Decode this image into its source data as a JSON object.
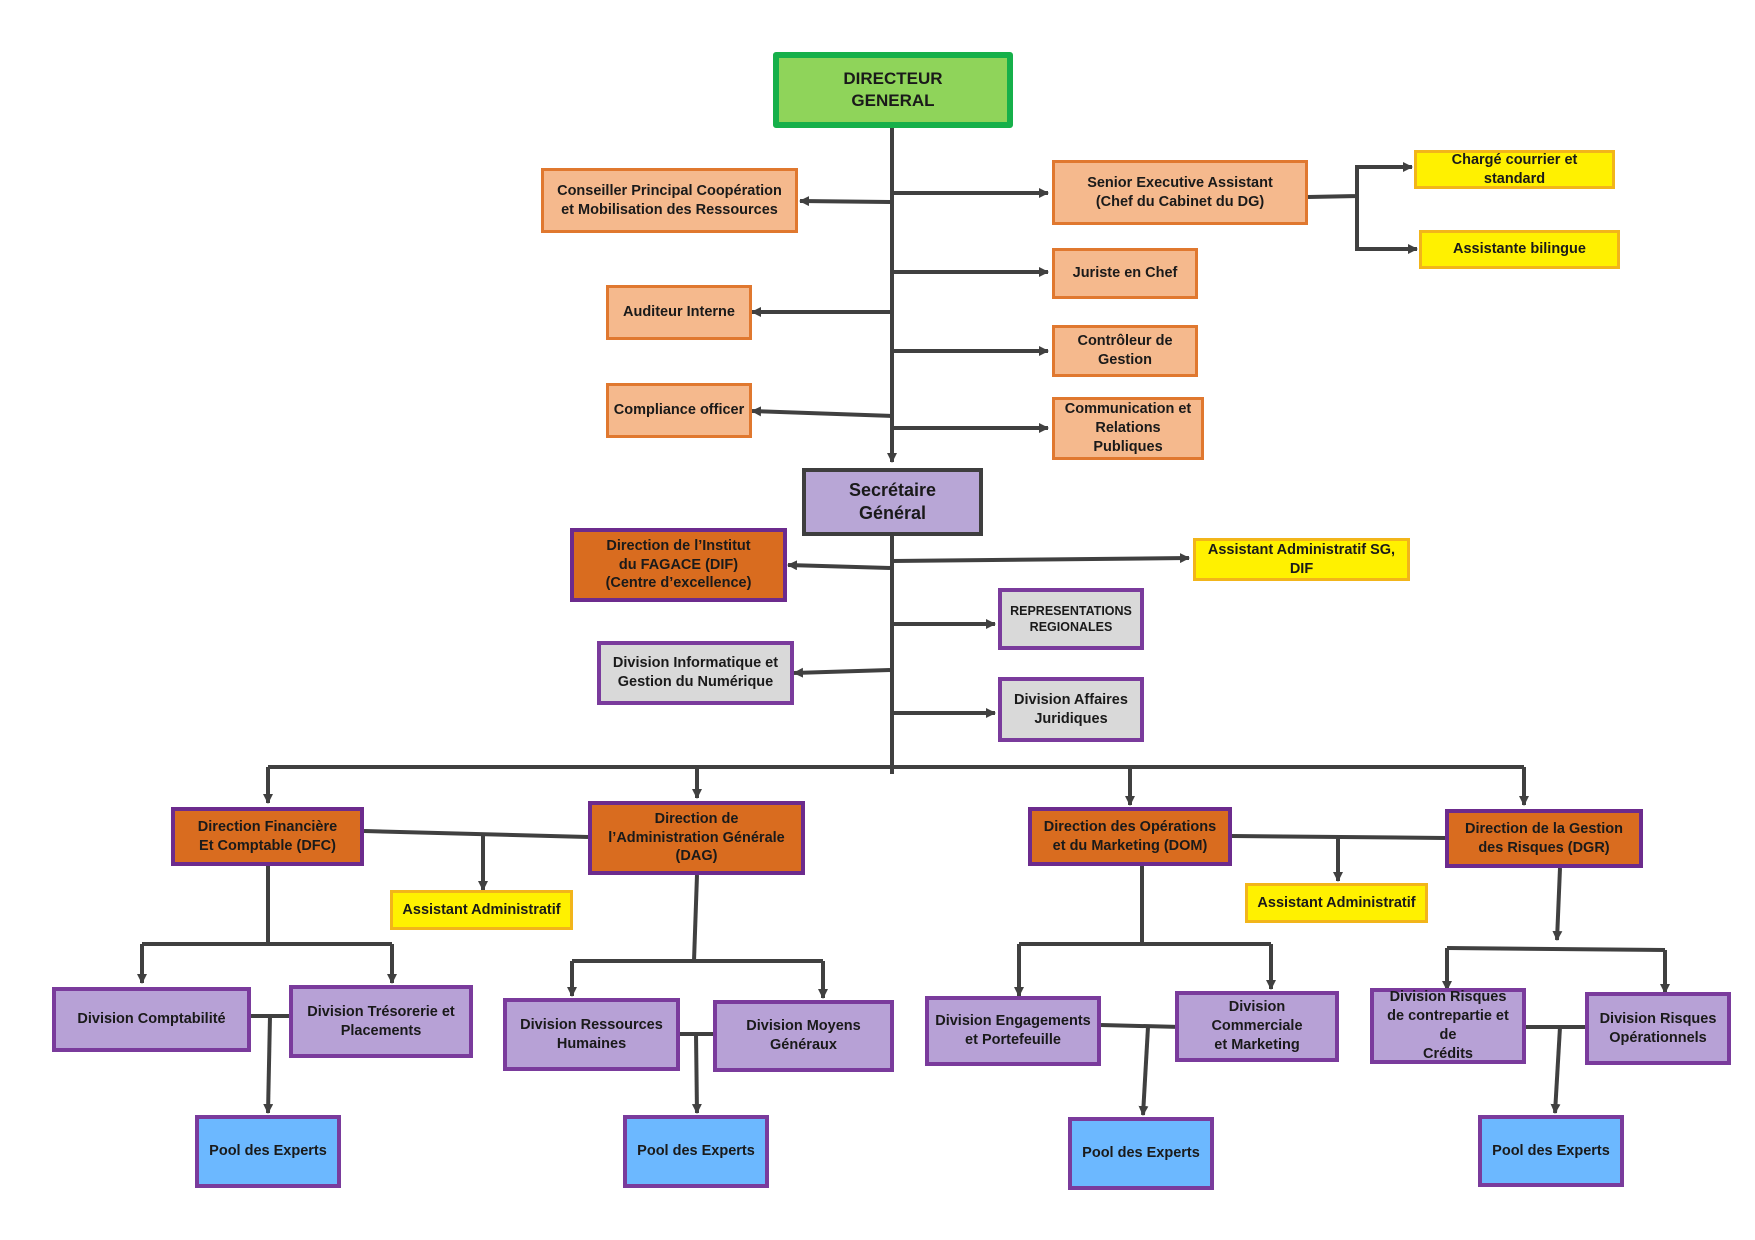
{
  "nodes": {
    "dg": "DIRECTEUR\nGENERAL",
    "conseiller": "Conseiller Principal Coopération\net Mobilisation des Ressources",
    "senior_assistant": "Senior Executive Assistant\n(Chef du Cabinet du DG)",
    "charge_courrier": "Chargé courrier et standard",
    "assistante_bilingue": "Assistante bilingue",
    "juriste": "Juriste en Chef",
    "auditeur": "Auditeur Interne",
    "controleur": "Contrôleur de\nGestion",
    "compliance": "Compliance officer",
    "communication": "Communication et\nRelations Publiques",
    "sg": "Secrétaire\nGénéral",
    "dif": "Direction de l’Institut\ndu FAGACE (DIF)\n(Centre d’excellence)",
    "assistant_sg": "Assistant Administratif SG, DIF",
    "representations": "REPRESENTATIONS\nREGIONALES",
    "div_info": "Division Informatique et\nGestion du Numérique",
    "div_juridique": "Division Affaires\nJuridiques",
    "dfc": "Direction Financière\nEt Comptable (DFC)",
    "dag": "Direction de\nl’Administration Générale\n(DAG)",
    "dom": "Direction des Opérations\net du Marketing (DOM)",
    "dgr": "Direction de la Gestion\ndes Risques (DGR)",
    "assistant_left": "Assistant Administratif",
    "assistant_right": "Assistant Administratif",
    "div_compta": "Division Comptabilité",
    "div_tresorerie": "Division Trésorerie et\nPlacements",
    "div_rh": "Division Ressources\nHumaines",
    "div_moyens": "Division Moyens\nGénéraux",
    "div_engagements": "Division Engagements\net Portefeuille",
    "div_commerciale": "Division Commerciale\net Marketing",
    "div_risques_contre": "Division Risques\nde contrepartie et de\nCrédits",
    "div_risques_op": "Division Risques\nOpérationnels",
    "pool_1": "Pool des Experts",
    "pool_2": "Pool des Experts",
    "pool_3": "Pool des Experts",
    "pool_4": "Pool des Experts"
  }
}
